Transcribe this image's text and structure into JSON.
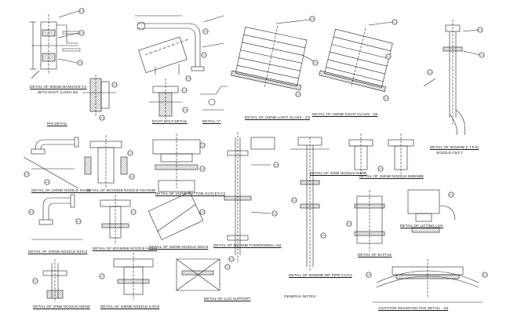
{
  "sheet": {
    "background": "#ffffff",
    "ink": "#1a1a1a"
  },
  "captions": {
    "manhole": "DETAIL OF 500NB MANHOLE-C1",
    "manhole_sub": "WITH DAVIT (LHSO-30)",
    "pin_detail": "PIN DETAIL",
    "davit_bolt": "DAVIT BOLT DETAIL",
    "detail_y": "DETAIL-'Y'",
    "light_glass": "DETAIL OF 150NB LIGHT GLASS - C9",
    "sight_glass": "DETAIL OF 150NB SIGHT GLASS - S0",
    "nozzle_n": "DETAIL OF 80/50NB (I.T.P.S)",
    "nozzle_n_sub": "NOZZLE-C5/C7",
    "n4a": "DETAIL OF 150NB NOZZLE-N4A/B",
    "n3a": "DETAIL OF 80/150NB NOZZLE-N3A/N3B",
    "c2": "DETAIL OF 150NB BOTTOM OUTLET-C2",
    "n5": "DETAIL OF 250NB NOZZLE-N5/C5",
    "n4b": "DETAIL OF 40NB NOZZLE-N4/N5",
    "n6": "DETAIL OF 150NB NOZZLE-N6B/N8B",
    "n4ab": "DETAIL OF 80/150NB NOZZLE-N4A/B",
    "n1": "DETAIL OF 200NB NOZZLE-N1/C3",
    "thermowell": "DETAIL OF 80/40NB THERMOWELL-N2",
    "n2": "DETAIL OF 80/50NB DIP PIPE-C1/C4",
    "lifting": "DETAIL OF LIFTING LUG",
    "baffle": "DETAIL OF BAFFLE",
    "n8": "DETAIL OF 20NB NOZZLE-N8/N9",
    "n10": "DETAIL OF 200NB NOZZLE-C4/C5",
    "lug": "DETAIL OF LUG SUPPORT",
    "general_notes": "GENERAL NOTES :",
    "agitator": "AGITATOR MOUNTING PAD DETAIL - X6"
  }
}
